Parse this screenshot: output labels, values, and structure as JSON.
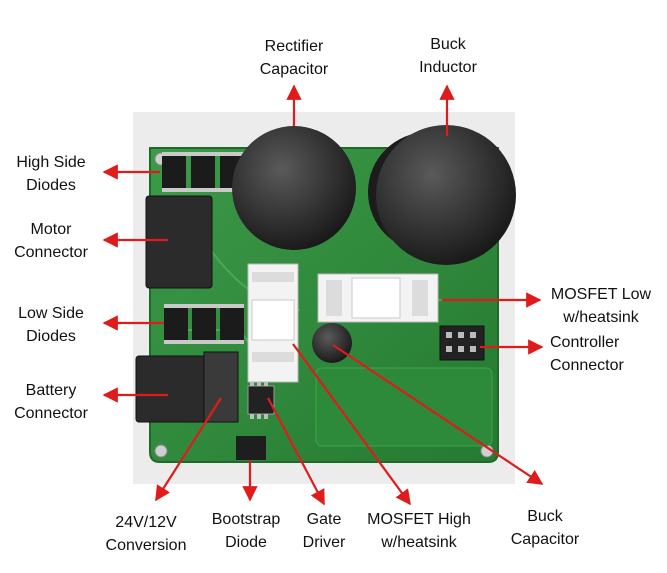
{
  "labels": {
    "rectifier_capacitor": [
      "Rectifier",
      "Capacitor"
    ],
    "buck_inductor": [
      "Buck",
      "Inductor"
    ],
    "high_side_diodes": [
      "High Side",
      "Diodes"
    ],
    "motor_connector": [
      "Motor",
      "Connector"
    ],
    "low_side_diodes": [
      "Low Side",
      "Diodes"
    ],
    "battery_connector": [
      "Battery",
      "Connector"
    ],
    "mosfet_low": [
      "MOSFET Low",
      "w/heatsink"
    ],
    "controller_connector": [
      "Controller",
      "Connector"
    ],
    "conversion": [
      "24V/12V",
      "Conversion"
    ],
    "bootstrap_diode": [
      "Bootstrap",
      "Diode"
    ],
    "gate_driver": [
      "Gate",
      "Driver"
    ],
    "mosfet_high": [
      "MOSFET High",
      "w/heatsink"
    ],
    "buck_capacitor": [
      "Buck",
      "Capacitor"
    ]
  },
  "colors": {
    "arrow": "#e01b1b",
    "board": "#2f8a3c",
    "board_dark": "#1f6a2a",
    "component": "#2a2a2a",
    "heatsink": "#f2f2f2"
  }
}
